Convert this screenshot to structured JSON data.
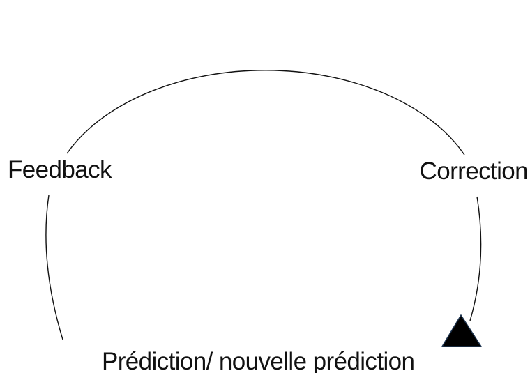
{
  "diagram": {
    "labels": {
      "left": "Feedback",
      "right": "Correction",
      "bottom": "Prédiction/ nouvelle prédiction"
    },
    "colors": {
      "line": "#111111",
      "arrowhead_fill": "#000000",
      "arrowhead_stroke": "#1f3550",
      "background": "#ffffff"
    }
  }
}
